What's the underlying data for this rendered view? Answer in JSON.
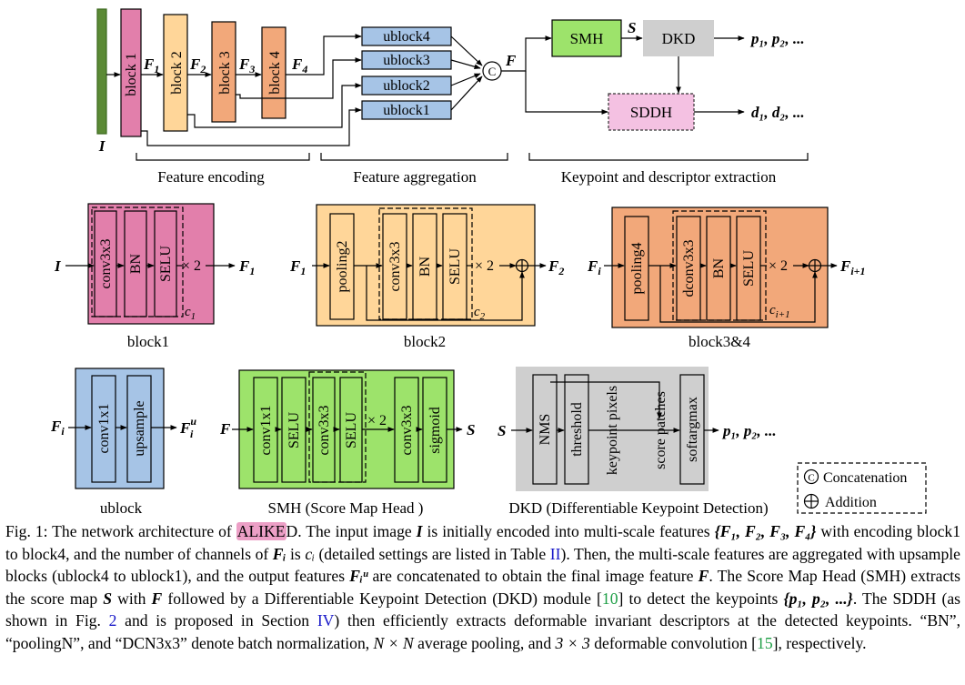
{
  "colors": {
    "block1": "#e27fab",
    "block2": "#ffd699",
    "block3": "#f2a87a",
    "input_bar": "#5b8a35",
    "ublock": "#a6c4e6",
    "smh": "#9de36b",
    "dkd": "#cfcfcf",
    "sddh": "#f4c1e2",
    "highlight": "#ec9fc6"
  },
  "top": {
    "input_label": "I",
    "blocks": [
      "block 1",
      "block 2",
      "block 3",
      "block 4"
    ],
    "features": [
      "F",
      "F",
      "F",
      "F"
    ],
    "feature_subs": [
      "1",
      "2",
      "3",
      "4"
    ],
    "ublocks": [
      "ublock4",
      "ublock3",
      "ublock2",
      "ublock1"
    ],
    "concat_symbol": "C",
    "concat_out": "F",
    "smh": "SMH",
    "smh_out": "S",
    "dkd": "DKD",
    "sddh": "SDDH",
    "keypoints_out": "p₁, p₂, ...",
    "descriptors_out": "d₁, d₂, ...",
    "group_labels": [
      "Feature encoding",
      "Feature aggregation",
      "Keypoint and descriptor extraction"
    ]
  },
  "block1": {
    "caption": "block1",
    "input": "I",
    "layers": [
      "conv3x3",
      "BN",
      "SELU"
    ],
    "repeat": "× 2",
    "output": "F",
    "output_sub": "1",
    "channels": "c",
    "channels_sub": "1"
  },
  "block2": {
    "caption": "block2",
    "input": "F",
    "input_sub": "1",
    "pool": "pooling2",
    "layers": [
      "conv3x3",
      "BN",
      "SELU"
    ],
    "repeat": "× 2",
    "output": "F",
    "output_sub": "2",
    "channels": "c",
    "channels_sub": "2"
  },
  "block34": {
    "caption": "block3&4",
    "input": "F",
    "input_sub": "i",
    "pool": "pooling4",
    "layers": [
      "dconv3x3",
      "BN",
      "SELU"
    ],
    "repeat": "× 2",
    "output": "F",
    "output_sub": "i+1",
    "channels": "c",
    "channels_sub": "i+1"
  },
  "ublock": {
    "caption": "ublock",
    "input": "F",
    "input_sub": "i",
    "layers": [
      "conv1x1",
      "upsample"
    ],
    "output": "F",
    "output_sub": "i",
    "output_sup": "u"
  },
  "smh_detail": {
    "caption": "SMH (Score Map Head )",
    "input": "F",
    "layers": [
      "conv1x1",
      "SELU",
      "conv3x3",
      "SELU",
      "conv3x3",
      "sigmoid"
    ],
    "repeat": "× 2",
    "output": "S"
  },
  "dkd_detail": {
    "caption": "DKD (Differentiable Keypoint Detection)",
    "input": "S",
    "layers": [
      "NMS",
      "threshold",
      "keypoint pixels",
      "score patches",
      "softargmax"
    ],
    "output": "p₁, p₂, ..."
  },
  "legend": {
    "concat_symbol": "C",
    "concat": "Concatenation",
    "add": "Addition"
  },
  "caption": {
    "fig": "Fig. 1:",
    "t1": " The network architecture of ",
    "alike": "ALIKE",
    "t2": "D. The input image ",
    "I": "I",
    "t3": " is initially encoded into multi-scale features ",
    "set1": "{F₁, F₂, F₃, F₄}",
    "t4": " with encoding block1 to block4, and the number of channels of ",
    "Fi": "Fᵢ",
    "t5": " is ",
    "ci": "cᵢ",
    "t6": " (detailed settings are listed in Table ",
    "ref_table": "II",
    "t7": "). Then, the multi-scale features are aggregated with upsample blocks (ublock4 to ublock1), and the output features ",
    "Fiu": "Fᵢᵘ",
    "t8": " are concatenated to obtain the final image feature ",
    "F": "F",
    "t9": ". The Score Map Head (SMH) extracts the score map ",
    "S": "S",
    "t10": " with ",
    "F2": "F",
    "t11": " followed by a Differentiable Keypoint Detection (DKD) module [",
    "ref10": "10",
    "t12": "] to detect the keypoints ",
    "pset": "{p₁, p₂, ...}",
    "t13": ". The SDDH (as shown in Fig. ",
    "ref_fig": "2",
    "t14": " and is proposed in Section ",
    "ref_sec": "IV",
    "t15": ") then efficiently extracts deformable invariant descriptors at the detected keypoints. “BN”, “poolingN”, and “DCN3x3” denote batch normalization, ",
    "NxN": "N × N",
    "t16": " average pooling, and ",
    "three": "3 × 3",
    "t17": " deformable convolution [",
    "ref15": "15",
    "t18": "], respectively."
  }
}
